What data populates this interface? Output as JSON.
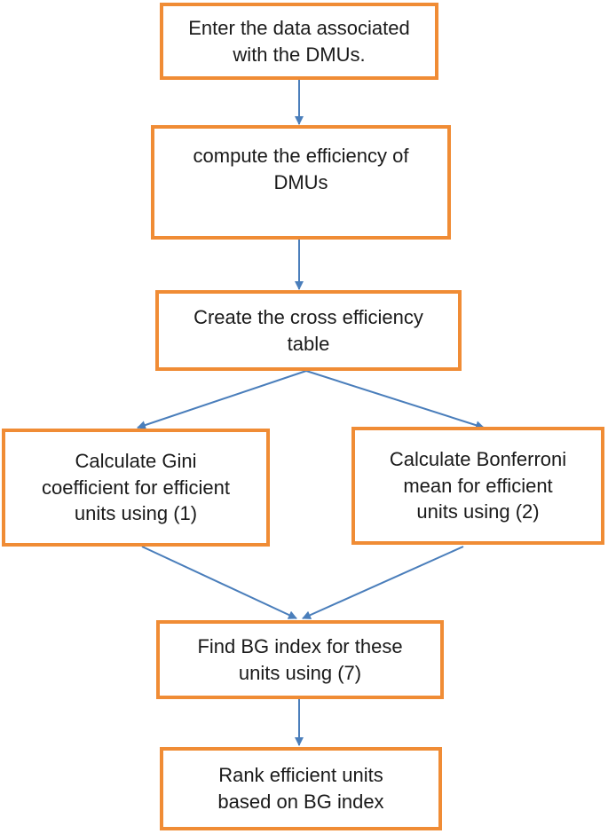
{
  "colors": {
    "box_border": "#F08C35",
    "arrow": "#4A7EBB",
    "text": "#1a1a1a"
  },
  "nodes": {
    "enter_data": {
      "line1": "Enter the data associated",
      "line2": "with the DMUs."
    },
    "compute_efficiency": {
      "line1": "compute the efficiency of",
      "line2": "DMUs"
    },
    "cross_efficiency": {
      "line1": "Create the cross efficiency",
      "line2": "table"
    },
    "gini": {
      "line1": "Calculate Gini",
      "line2": "coefficient for efficient",
      "line3": "units using (1)"
    },
    "bonferroni": {
      "line1": "Calculate Bonferroni",
      "line2": "mean for efficient",
      "line3": "units using (2)"
    },
    "bg_index": {
      "line1": "Find BG index for these",
      "line2": "units using (7)"
    },
    "rank": {
      "line1": "Rank efficient units",
      "line2": "based on BG index"
    }
  }
}
